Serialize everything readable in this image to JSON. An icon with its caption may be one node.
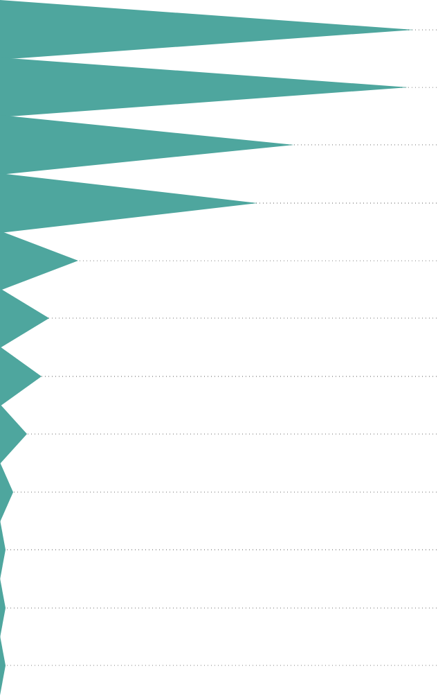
{
  "diagram": {
    "nodes": [
      {
        "text": [],
        "shape": "triangle"
      },
      {
        "text": [],
        "shape": "triangle"
      },
      {
        "text": [],
        "shape": "triangle"
      },
      {
        "text": [],
        "shape": "triangle"
      },
      {
        "text": [],
        "shape": "triangle"
      },
      {
        "text": [],
        "shape": "triangle"
      },
      {
        "text": [],
        "shape": "triangle"
      },
      {
        "text": [],
        "shape": "triangle"
      },
      {
        "text": [],
        "shape": "triangle"
      },
      {
        "text": [],
        "shape": "triangle"
      },
      {
        "text": [],
        "shape": "triangle"
      },
      {
        "text": [],
        "shape": "triangle"
      }
    ]
  }
}
